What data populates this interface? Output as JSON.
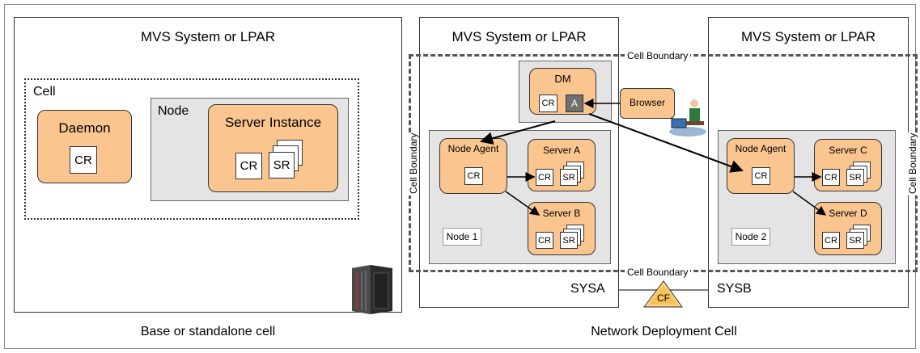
{
  "left": {
    "system_title": "MVS System or LPAR",
    "cell_label": "Cell",
    "daemon_label": "Daemon",
    "node_label": "Node",
    "server_instance_label": "Server Instance",
    "caption": "Base or standalone cell"
  },
  "right": {
    "sysa_title": "MVS System or LPAR",
    "sysb_title": "MVS System or LPAR",
    "cell_boundary_top": "Cell Boundary",
    "cell_boundary_bottom": "Cell Boundary",
    "cell_boundary_left": "Cell Boundary",
    "cell_boundary_right": "Cell Boundary",
    "dm_label": "DM",
    "a_label": "A",
    "browser_label": "Browser",
    "node_agent_1": "Node Agent",
    "node_agent_2": "Node Agent",
    "server_a": "Server A",
    "server_b": "Server B",
    "server_c": "Server C",
    "server_d": "Server D",
    "node1_label": "Node 1",
    "node2_label": "Node 2",
    "sysa_label": "SYSA",
    "sysb_label": "SYSB",
    "cf_label": "CF",
    "caption": "Network Deployment Cell"
  },
  "common": {
    "cr": "CR",
    "sr": "SR"
  },
  "colors": {
    "server_fill": "#fbc58f",
    "node_fill": "#e4e4e4",
    "cf_fill": "#f8c257",
    "a_fill": "#707070"
  }
}
